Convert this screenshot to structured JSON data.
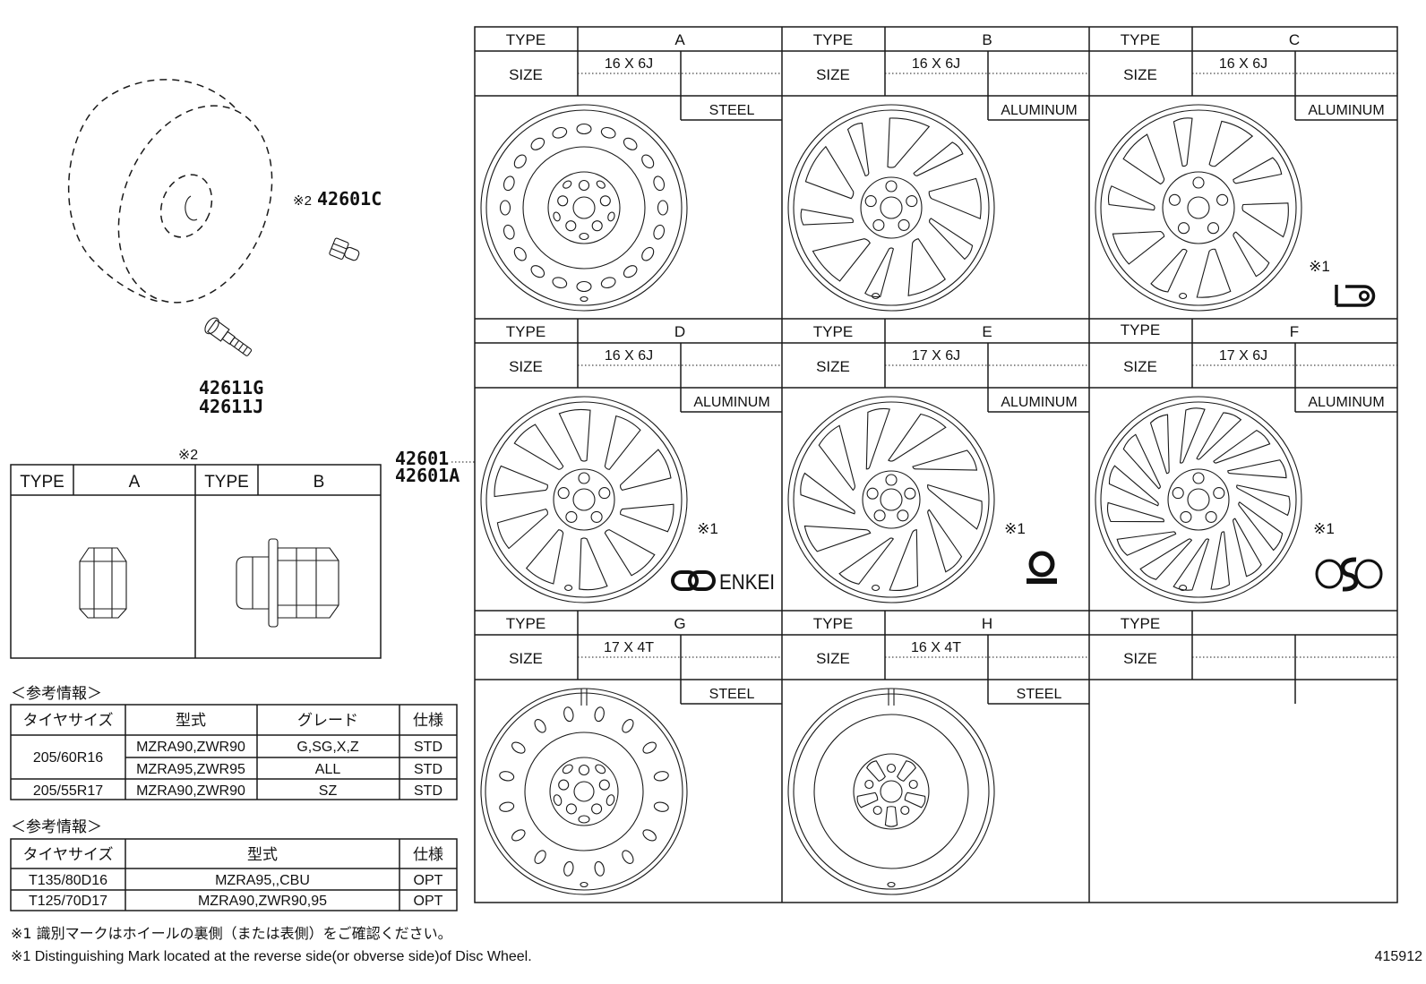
{
  "parts": {
    "hub_nut": {
      "mark": "※2",
      "number": "42601C"
    },
    "valve": [
      "42611G",
      "42611J"
    ],
    "wheel": [
      "42601",
      "42601A"
    ]
  },
  "nut_types": {
    "mark": "※2",
    "type_label": "TYPE",
    "types": [
      "A",
      "B"
    ]
  },
  "wheel_grid": {
    "type_label": "TYPE",
    "size_label": "SIZE",
    "cells": [
      {
        "type": "A",
        "size": "16 X 6J",
        "material": "STEEL"
      },
      {
        "type": "B",
        "size": "16 X 6J",
        "material": "ALUMINUM"
      },
      {
        "type": "C",
        "size": "16 X 6J",
        "material": "ALUMINUM",
        "note": "※1"
      },
      {
        "type": "D",
        "size": "16 X 6J",
        "material": "ALUMINUM",
        "note": "※1",
        "mark_text": "ENKEI"
      },
      {
        "type": "E",
        "size": "17 X 6J",
        "material": "ALUMINUM",
        "note": "※1"
      },
      {
        "type": "F",
        "size": "17 X 6J",
        "material": "ALUMINUM",
        "note": "※1"
      },
      {
        "type": "G",
        "size": "17 X 4T",
        "material": "STEEL"
      },
      {
        "type": "H",
        "size": "16 X 4T",
        "material": "STEEL"
      },
      {}
    ]
  },
  "reference_tables": [
    {
      "title": "＜参考情報＞",
      "headers": [
        "タイヤサイズ",
        "型式",
        "グレード",
        "仕様"
      ],
      "groups": [
        {
          "tire": "205/60R16",
          "rows": [
            {
              "model": "MZRA90,ZWR90",
              "grade": "G,SG,X,Z",
              "spec": "STD"
            },
            {
              "model": "MZRA95,ZWR95",
              "grade": "ALL",
              "spec": "STD"
            }
          ]
        },
        {
          "tire": "205/55R17",
          "rows": [
            {
              "model": "MZRA90,ZWR90",
              "grade": "SZ",
              "spec": "STD"
            }
          ]
        }
      ]
    },
    {
      "title": "＜参考情報＞",
      "headers": [
        "タイヤサイズ",
        "型式",
        "仕様"
      ],
      "rows": [
        {
          "tire": "T135/80D16",
          "model": "MZRA95,,CBU",
          "spec": "OPT"
        },
        {
          "tire": "T125/70D17",
          "model": "MZRA90,ZWR90,95",
          "spec": "OPT"
        }
      ]
    }
  ],
  "footnotes": [
    "※1 識別マークはホイールの裏側（または表側）をご確認ください。",
    "※1 Distinguishing Mark located at the reverse side(or obverse side)of Disc Wheel."
  ],
  "illustration_number": "415912"
}
